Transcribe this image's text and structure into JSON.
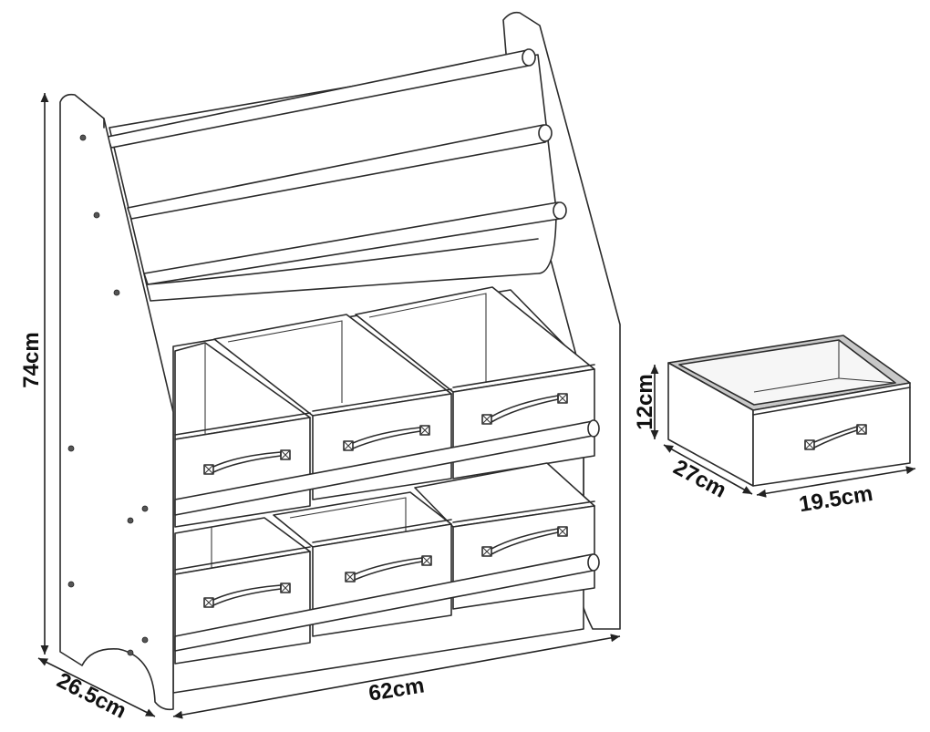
{
  "dimensions": {
    "height": "74cm",
    "depth": "26.5cm",
    "width": "62cm",
    "box_height": "12cm",
    "box_depth": "27cm",
    "box_width": "19.5cm"
  },
  "icons": {
    "handle": "handle-icon",
    "screw": "screw-icon"
  },
  "colors": {
    "line": "#2b2b2b",
    "background": "#ffffff",
    "box_rim": "#c8c8c8"
  }
}
